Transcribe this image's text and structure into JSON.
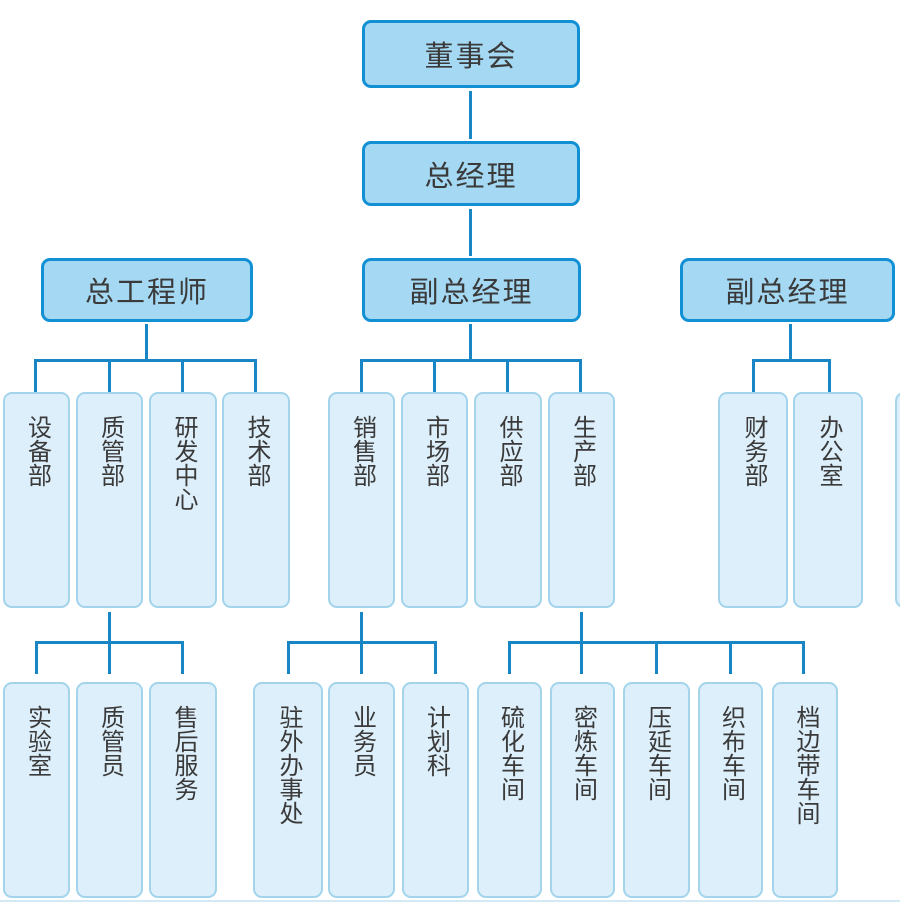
{
  "org": {
    "board": {
      "label": "董事会"
    },
    "general_manager": {
      "label": "总经理"
    },
    "branches": [
      {
        "head": {
          "label": "总工程师"
        },
        "departments": [
          {
            "label": "设备部"
          },
          {
            "label": "质管部"
          },
          {
            "label": "研发中心"
          },
          {
            "label": "技术部"
          }
        ]
      },
      {
        "head": {
          "label": "副总经理"
        },
        "departments": [
          {
            "label": "销售部"
          },
          {
            "label": "市场部"
          },
          {
            "label": "供应部"
          },
          {
            "label": "生产部"
          }
        ]
      },
      {
        "head": {
          "label": "副总经理"
        },
        "departments": [
          {
            "label": "财务部"
          },
          {
            "label": "办公室"
          }
        ]
      }
    ],
    "subgroups": [
      {
        "parent_label": "质管部",
        "children": [
          {
            "label": "实验室"
          },
          {
            "label": "质管员"
          },
          {
            "label": "售后服务"
          }
        ]
      },
      {
        "parent_label": "销售部",
        "children": [
          {
            "label": "驻外办事处"
          },
          {
            "label": "业务员"
          },
          {
            "label": "计划科"
          }
        ]
      },
      {
        "parent_label": "生产部",
        "children": [
          {
            "label": "硫化车间"
          },
          {
            "label": "密炼车间"
          },
          {
            "label": "压延车间"
          },
          {
            "label": "织布车间"
          },
          {
            "label": "档边带车间"
          }
        ]
      }
    ]
  },
  "colors": {
    "primary_node_fill": "#a4d8f3",
    "primary_node_border": "#1290d4",
    "secondary_node_fill": "#ddeffa",
    "secondary_node_border": "#a3d4ec",
    "connector": "#1886c5",
    "text": "#3a3a3a"
  }
}
